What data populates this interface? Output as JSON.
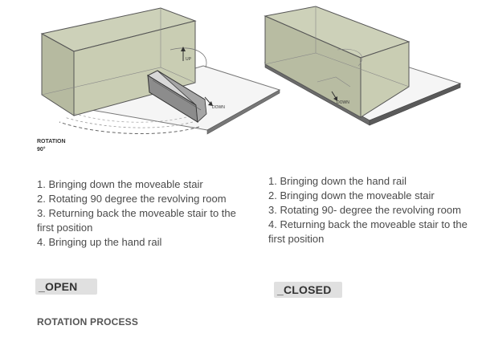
{
  "left_diagram": {
    "rotation_label": "ROTATION",
    "rotation_angle": "90°",
    "up_label": "UP",
    "down_label": "DOWN"
  },
  "right_diagram": {
    "down_label": "DOWN"
  },
  "open_steps": [
    "1. Bringing down the moveable stair",
    "2. Rotating 90 degree the revolving room",
    "3. Returning back the moveable stair to the first position",
    "4. Bringing up the hand rail"
  ],
  "closed_steps": [
    "1. Bringing down the hand rail",
    "2. Bringing down the moveable stair",
    "3. Rotating 90- degree the revolving room",
    "4. Returning back the moveable stair to the first position"
  ],
  "open_label": "_OPEN",
  "closed_label": "_CLOSED",
  "caption": "ROTATION PROCESS",
  "colors": {
    "box_fill": "#c9cdb4",
    "box_face_dark": "#b5b99f",
    "edge": "#555555",
    "platform": "#f4f4f4",
    "base": "#6e6e6e",
    "badge": "#e0e0e0"
  }
}
